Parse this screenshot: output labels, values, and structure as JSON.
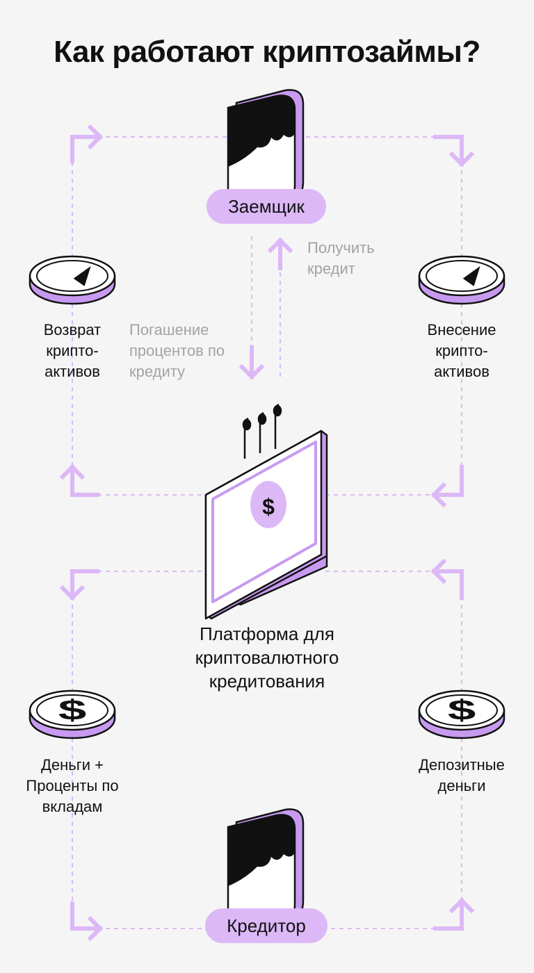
{
  "title": "Как работают криптозаймы?",
  "borrower": {
    "label": "Заемщик",
    "icon": "person-icon"
  },
  "lender": {
    "label": "Кредитор",
    "icon": "person-icon"
  },
  "platform": {
    "label": "Платформа для криптовалютного кредитования",
    "icon": "monitor-dollar-icon",
    "screen_symbol": "$"
  },
  "flows": {
    "get_credit": "Получить кредит",
    "repay_interest": "Погашение процентов по кредиту",
    "return_crypto": "Возврат крипто-активов",
    "deposit_crypto": "Внесение крипто-активов",
    "money_interest": "Деньги + Проценты по вкладам",
    "deposit_money": "Депозитные деньги"
  },
  "coins": {
    "crypto": "ethereum-coin-icon",
    "money": "dollar-coin-icon",
    "money_symbol": "$"
  },
  "colors": {
    "accent": "#dcb8f7",
    "coin_rim": "#c79af0",
    "ink": "#111111",
    "muted": "#a3a3a3",
    "background": "#f5f5f5"
  }
}
